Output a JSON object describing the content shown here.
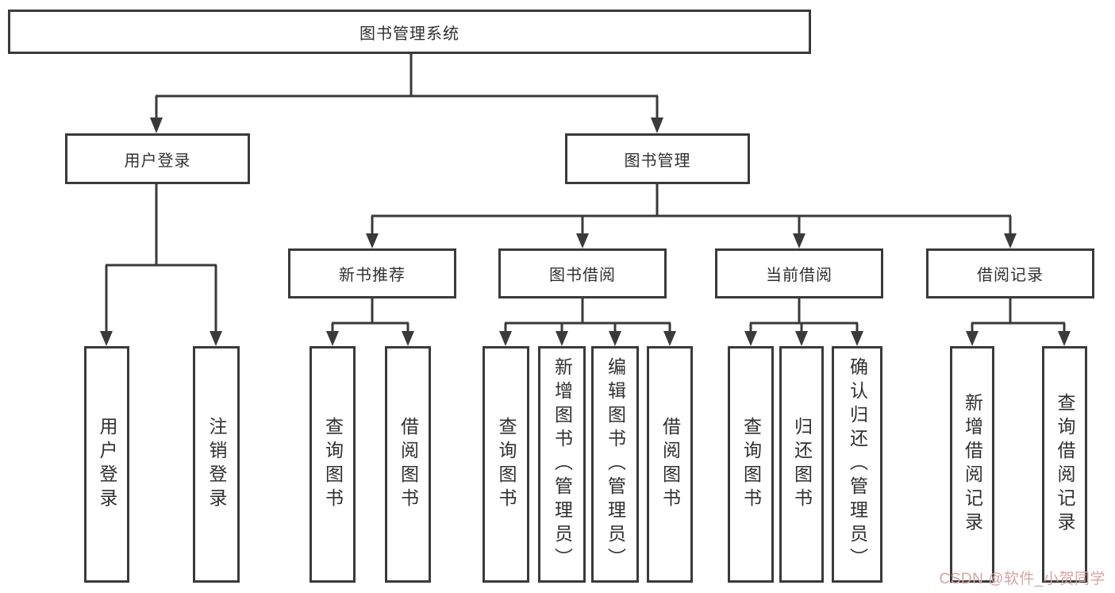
{
  "nodes": {
    "root": "图书管理系统",
    "user_login": "用户登录",
    "book_mgmt": "图书管理",
    "new_book_rec": "新书推荐",
    "book_borrow": "图书借阅",
    "current_borrow": "当前借阅",
    "borrow_record": "借阅记录",
    "ul_login": "用户登录",
    "ul_logout": "注销登录",
    "nb_query": "查询图书",
    "nb_borrow": "借阅图书",
    "bb_query": "查询图书",
    "bb_add": "新增图书（管理员）",
    "bb_edit": "编辑图书（管理员）",
    "bb_borrow": "借阅图书",
    "cb_query": "查询图书",
    "cb_return": "归还图书",
    "cb_confirm": "确认归还（管理员）",
    "br_add": "新增借阅记录",
    "br_query": "查询借阅记录"
  },
  "watermark": "CSDN @软件_小贺同学",
  "colors": {
    "line": "#3a3a3a",
    "text": "#303030",
    "watermark": "#d6a4a4",
    "background": "#ffffff"
  }
}
